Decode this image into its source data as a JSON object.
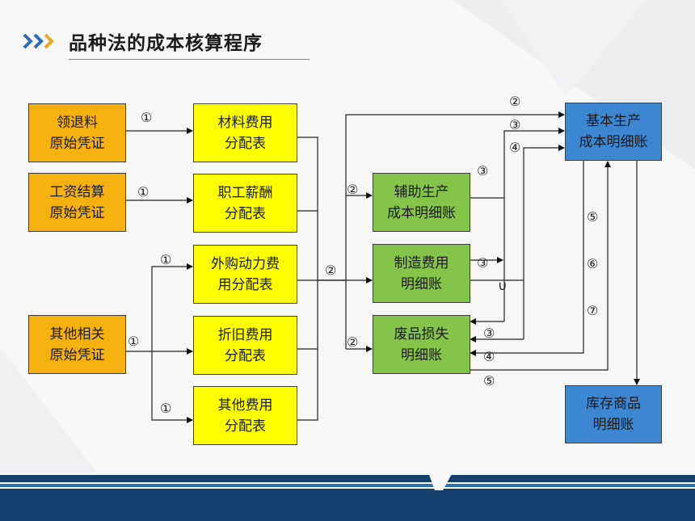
{
  "title": "品种法的成本核算程序",
  "colors": {
    "source_box": "#f5b10e",
    "distribution_box": "#ffff00",
    "ledger_box": "#84c44b",
    "product_box": "#3c86d2",
    "footer_navy": "#15406e",
    "footer_blue": "#2f6fb3"
  },
  "sources": [
    {
      "line1": "领退料",
      "line2": "原始凭证"
    },
    {
      "line1": "工资结算",
      "line2": "原始凭证"
    },
    {
      "line1": "其他相关",
      "line2": "原始凭证"
    }
  ],
  "distributions": [
    {
      "line1": "材料费用",
      "line2": "分配表"
    },
    {
      "line1": "职工薪酬",
      "line2": "分配表"
    },
    {
      "line1": "外购动力费",
      "line2": "用分配表"
    },
    {
      "line1": "折旧费用",
      "line2": "分配表"
    },
    {
      "line1": "其他费用",
      "line2": "分配表"
    }
  ],
  "ledgers": [
    {
      "line1": "辅助生产",
      "line2": "成本明细账"
    },
    {
      "line1": "制造费用",
      "line2": "明细账"
    },
    {
      "line1": "废品损失",
      "line2": "明细账"
    }
  ],
  "products": [
    {
      "line1": "基本生产",
      "line2": "成本明细账"
    },
    {
      "line1": "库存商品",
      "line2": "明细账"
    }
  ],
  "step_labels": {
    "s1a": "①",
    "s1b": "①",
    "s1c": "①",
    "s1d": "①",
    "s1e": "①",
    "s2a": "②",
    "s2b": "②",
    "s2c": "②",
    "s2d": "②",
    "s3a": "③",
    "s3b": "③",
    "s3c": "③",
    "s3d": "③",
    "s4a": "④",
    "s4b": "④",
    "s5a": "⑤",
    "s5b": "⑤",
    "s6": "⑥",
    "s7": "⑦"
  },
  "crossover": "∪"
}
